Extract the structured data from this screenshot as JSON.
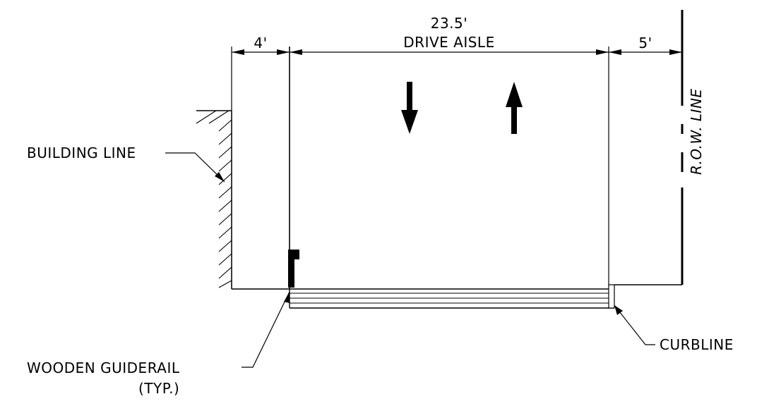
{
  "dimensions": {
    "left_offset": "4'",
    "drive_aisle_width": "23.5'",
    "drive_aisle_label": "DRIVE AISLE",
    "right_offset": "5'"
  },
  "labels": {
    "building_line": "BUILDING LINE",
    "row_line": "R.O.W. LINE",
    "curbline": "CURBLINE",
    "guiderail": "WOODEN GUIDERAIL",
    "guiderail_note": "(TYP.)"
  },
  "traffic_arrows": [
    "down",
    "up"
  ],
  "colors": {
    "ink": "#000000",
    "paper": "#ffffff"
  }
}
